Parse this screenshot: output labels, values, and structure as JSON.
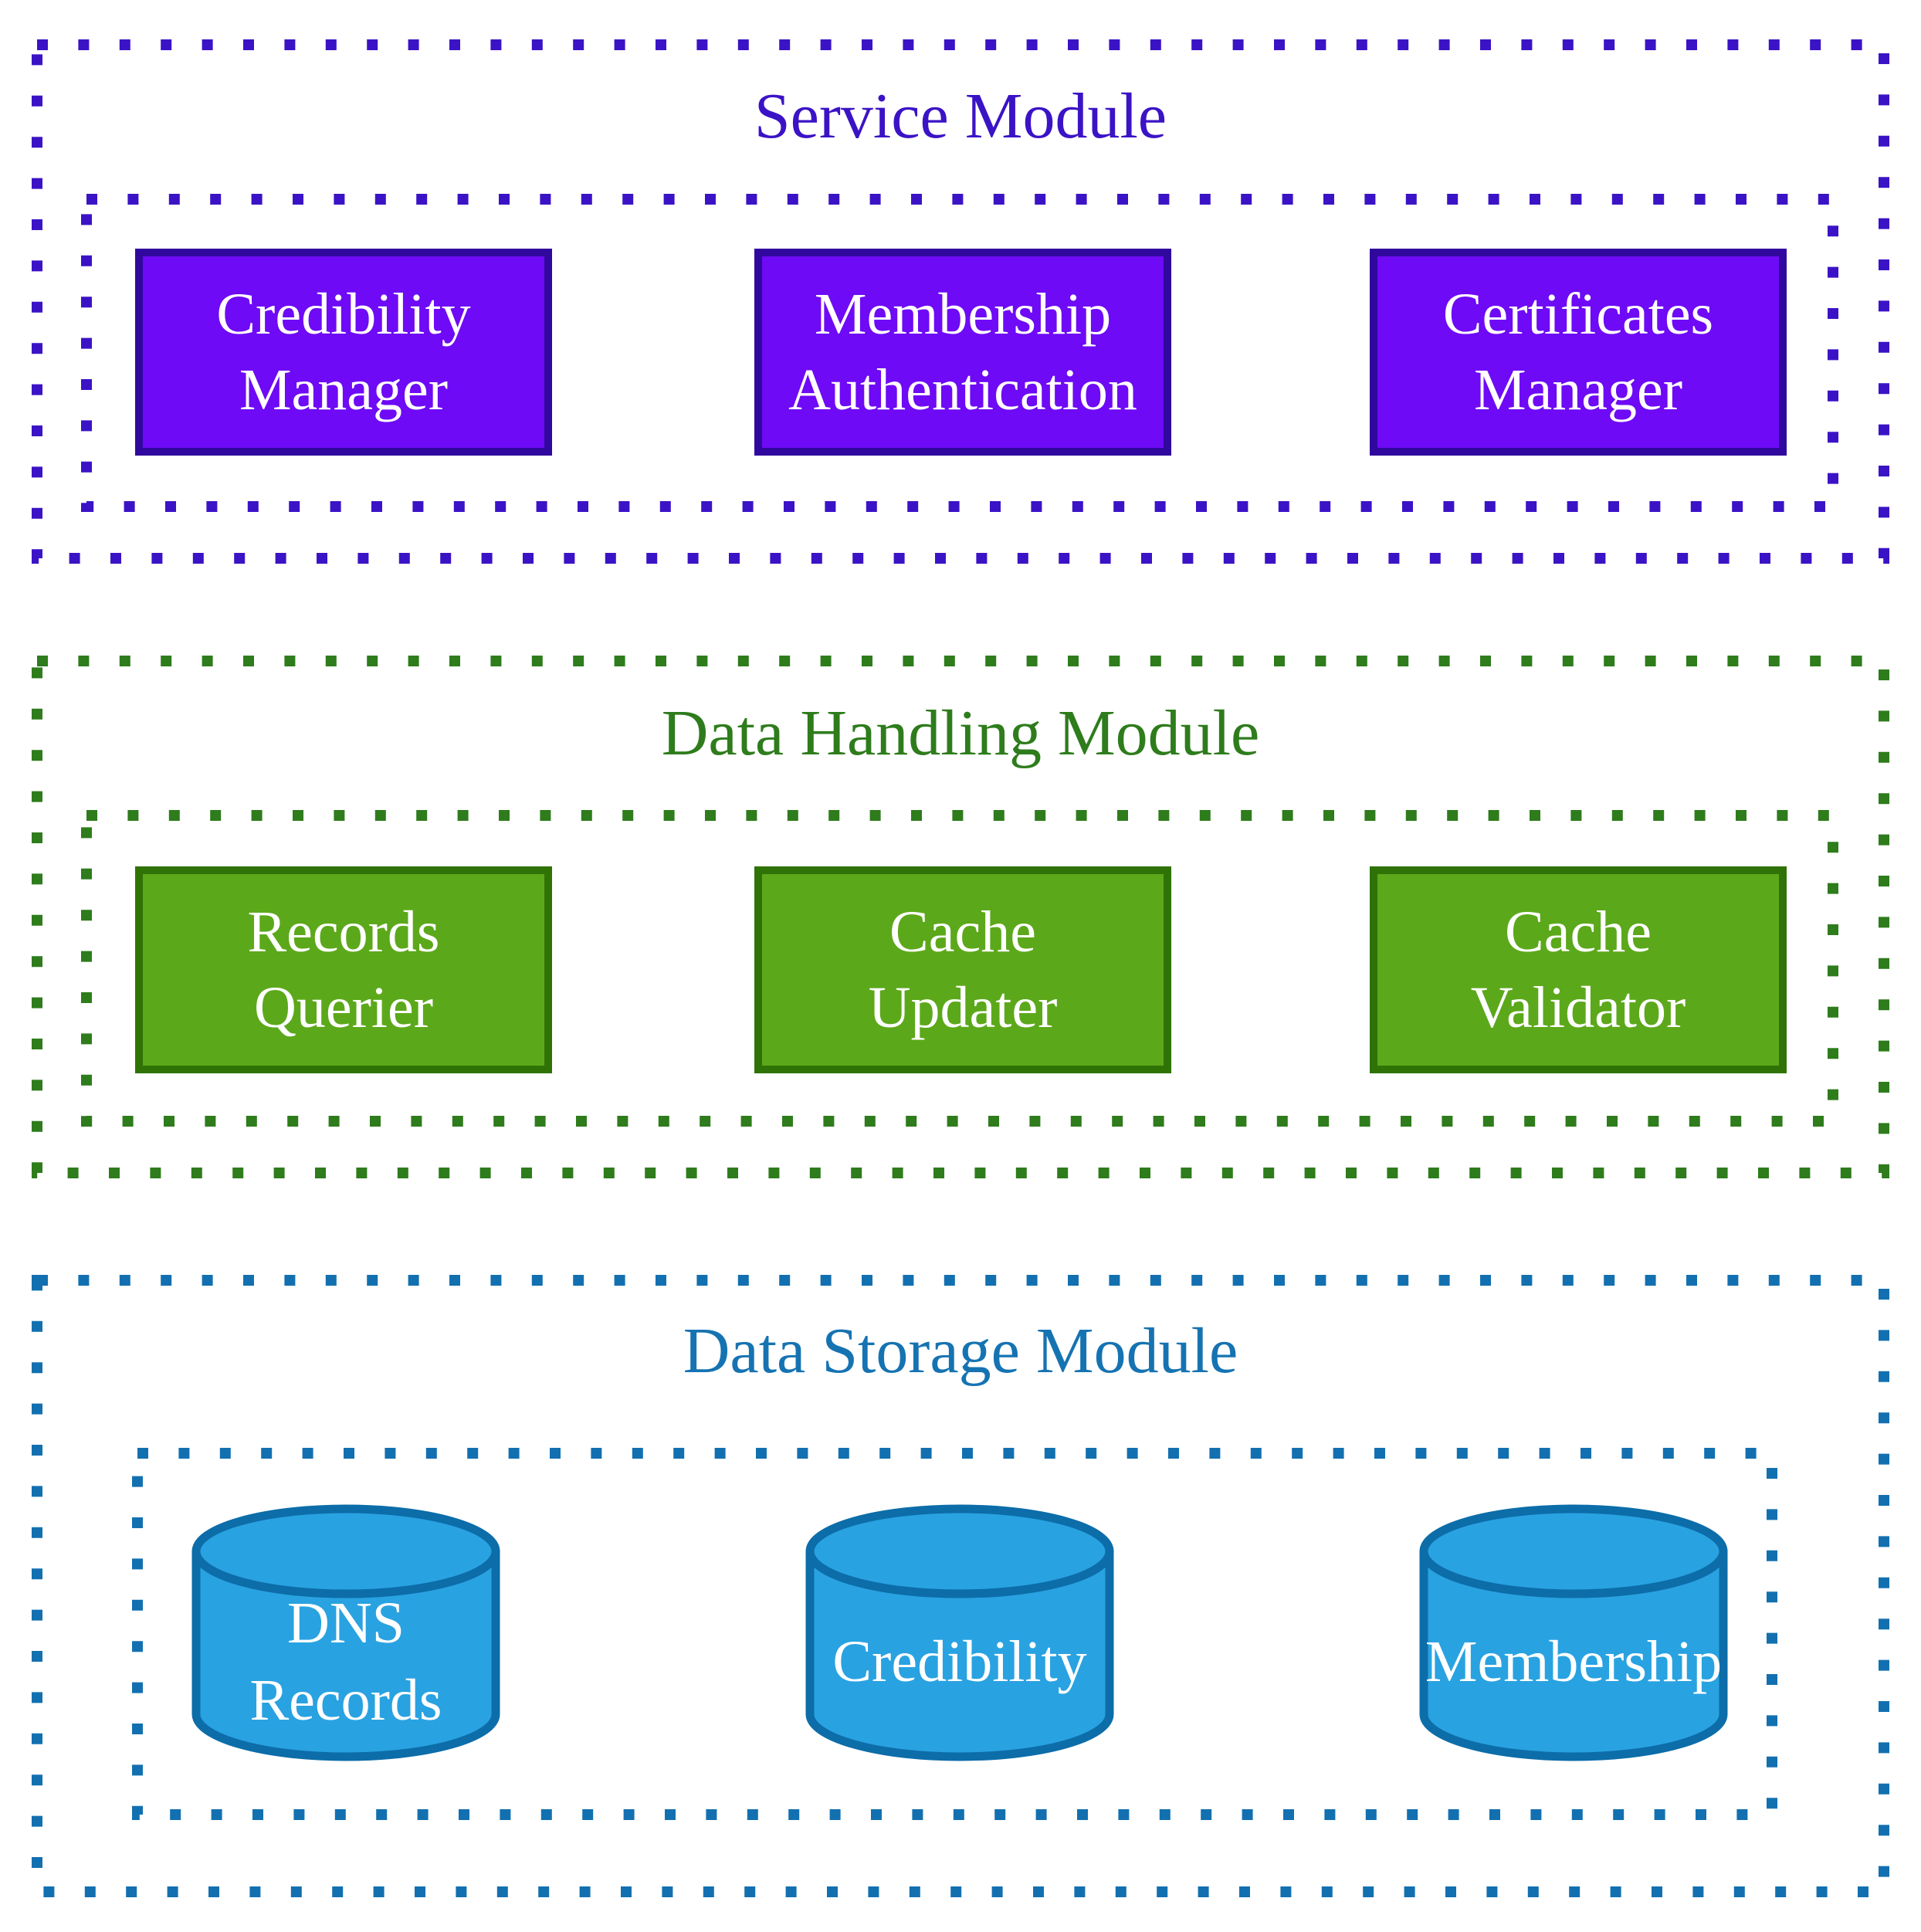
{
  "modules": [
    {
      "title": "Service Module",
      "items": [
        {
          "line1": "Credibility",
          "line2": "Manager"
        },
        {
          "line1": "Membership",
          "line2": "Authentication"
        },
        {
          "line1": "Certificates",
          "line2": "Manager"
        }
      ]
    },
    {
      "title": "Data Handling Module",
      "items": [
        {
          "line1": "Records",
          "line2": "Querier"
        },
        {
          "line1": "Cache",
          "line2": "Updater"
        },
        {
          "line1": "Cache",
          "line2": "Validator"
        }
      ]
    },
    {
      "title": "Data Storage Module",
      "items": [
        {
          "line1": "DNS",
          "line2": "Records"
        },
        {
          "line1": "Credibility"
        },
        {
          "line1": "Membership"
        }
      ]
    }
  ],
  "colors": {
    "service_accent": "#3B13C6",
    "service_box_fill": "#6E0AF5",
    "service_box_border": "#30089E",
    "handling_accent": "#2E7C1C",
    "handling_box_fill": "#5CA81B",
    "handling_box_border": "#2F7306",
    "storage_accent": "#1673B2",
    "cylinder_fill": "#29A2E1",
    "cylinder_stroke": "#0C6DA9"
  }
}
